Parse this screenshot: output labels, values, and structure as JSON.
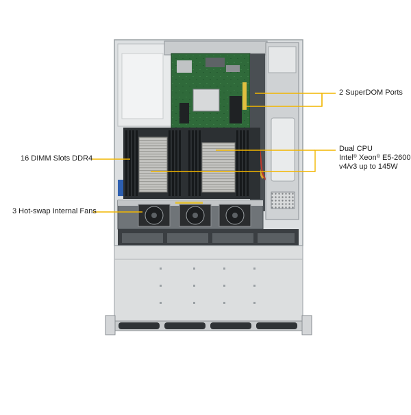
{
  "callouts": {
    "superdom": {
      "text": "2 SuperDOM Ports"
    },
    "dimm": {
      "text": "16 DIMM Slots DDR4"
    },
    "fans": {
      "text": "3 Hot-swap Internal Fans"
    },
    "cpu": {
      "line1": "Dual CPU",
      "line2_pre": "Intel",
      "reg1": "®",
      "line2_mid": " Xeon",
      "reg2": "®",
      "line2_post": " E5-2600",
      "line3": "v4/v3 up to 145W"
    }
  },
  "colors": {
    "callout_line": "#f2b600",
    "chassis_frame": "#d4d6d8",
    "chassis_dark": "#3a3e42",
    "motherboard": "#2f6a3a",
    "heatsink": "#b9b9b6",
    "dimm": "#1e2224",
    "fan": "#2a2c2e",
    "psu": "#cfd2d4",
    "drive_bay": "#dcdedf",
    "blue_accent": "#2d5fb0"
  }
}
